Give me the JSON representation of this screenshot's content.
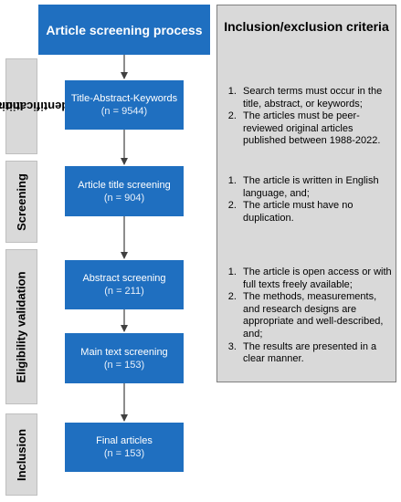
{
  "headers": {
    "process": "Article screening process",
    "criteria": "Inclusion/exclusion criteria"
  },
  "stages": [
    {
      "label_line1": "Initial",
      "label_line2": "identification"
    },
    {
      "label_line1": "Screening",
      "label_line2": ""
    },
    {
      "label_line1": "Eligibility validation",
      "label_line2": ""
    },
    {
      "label_line1": "Inclusion",
      "label_line2": ""
    }
  ],
  "boxes": [
    {
      "title": "Title-Abstract-Keywords",
      "count": "(n = 9544)"
    },
    {
      "title": "Article title screening",
      "count": "(n = 904)"
    },
    {
      "title": "Abstract screening",
      "count": "(n = 211)"
    },
    {
      "title": "Main text screening",
      "count": "(n = 153)"
    },
    {
      "title": "Final articles",
      "count": "(n = 153)"
    }
  ],
  "criteria": {
    "initial": [
      "Search terms must occur in the title, abstract, or keywords;",
      "The articles must be peer-reviewed original articles published between 1988-2022."
    ],
    "screening": [
      "The article is written in English language, and;",
      "The article must have no duplication."
    ],
    "eligibility": [
      "The article is open access or with full texts freely available;",
      "The methods, measurements, and research designs are appropriate and well-described, and;",
      "The results are presented in a clear manner."
    ]
  },
  "colors": {
    "box_blue": "#1f6fc0",
    "panel_grey": "#d9d9d9",
    "arrow": "#404040"
  }
}
